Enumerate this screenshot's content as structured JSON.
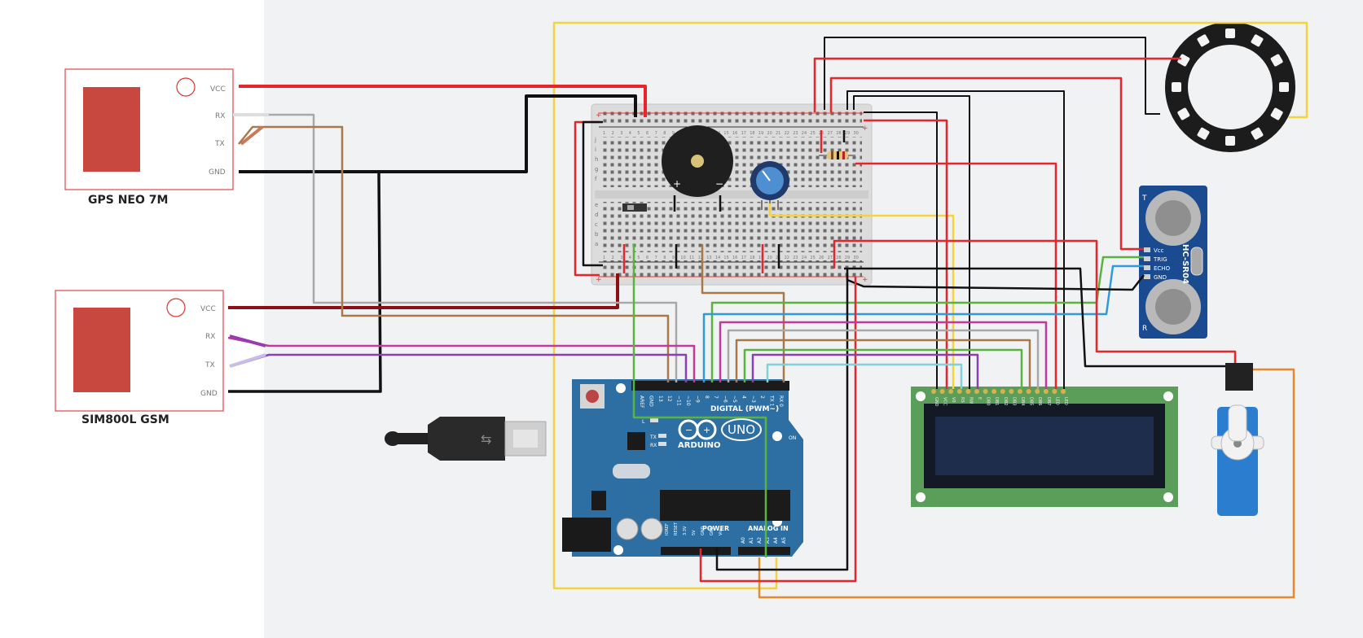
{
  "modules": {
    "gps": {
      "caption": "GPS NEO 7M",
      "pins": [
        "VCC",
        "RX",
        "TX",
        "GND"
      ]
    },
    "gsm": {
      "caption": "SIM800L GSM",
      "pins": [
        "VCC",
        "RX",
        "TX",
        "GND"
      ]
    }
  },
  "arduino": {
    "brand": "ARDUINO",
    "model": "UNO",
    "digital_label": "DIGITAL (PWM~)",
    "power_label": "POWER",
    "analog_label": "ANALOG IN",
    "top_pins": [
      "AREF",
      "GND",
      "13",
      "12",
      "~11",
      "~10",
      "~9",
      "8",
      "7",
      "~6",
      "~5",
      "4",
      "~3",
      "2",
      "TX 1",
      "RX 0"
    ],
    "power_pins": [
      "IOREF",
      "RESET",
      "3.3V",
      "5V",
      "GND",
      "GND",
      "Vin"
    ],
    "analog_pins": [
      "A0",
      "A1",
      "A2",
      "A3",
      "A4",
      "A5"
    ],
    "leds": [
      "L",
      "TX",
      "RX"
    ],
    "on_label": "ON"
  },
  "sensor": {
    "model": "HC-SR04",
    "pins": [
      "Vcc",
      "TRIG",
      "ECHO",
      "GND"
    ],
    "corner_t": "T",
    "corner_r": "R"
  },
  "lcd": {
    "pins": [
      "GND",
      "VCC",
      "V0",
      "RS",
      "RW",
      "E",
      "DB0",
      "DB1",
      "DB2",
      "DB3",
      "DB4",
      "DB5",
      "DB6",
      "DB7",
      "LED",
      "LED"
    ]
  },
  "breadboard": {
    "row_letters_top": [
      "j",
      "i",
      "h",
      "g",
      "f"
    ],
    "row_letters_bottom": [
      "e",
      "d",
      "c",
      "b",
      "a"
    ],
    "column_numbers": [
      "1",
      "2",
      "3",
      "4",
      "5",
      "6",
      "7",
      "8",
      "9",
      "10",
      "11",
      "12",
      "13",
      "14",
      "15",
      "16",
      "17",
      "18",
      "19",
      "20",
      "21",
      "22",
      "23",
      "24",
      "25",
      "26",
      "27",
      "28",
      "29",
      "30"
    ]
  },
  "colors": {
    "canvas": "#f0f2f4",
    "wire_red": "#e8252b",
    "wire_darkred": "#8b0f14",
    "wire_black": "#111111",
    "wire_yellow": "#f5d33b",
    "wire_green": "#5bb33f",
    "wire_blue": "#2e9bd6",
    "wire_gray": "#a8a8a8",
    "wire_brown": "#a9784a",
    "wire_purple": "#8b3fb5",
    "wire_magenta": "#c0399b",
    "wire_lavender": "#b7a8e3",
    "wire_orange": "#e68a2e",
    "wire_cyan": "#7fd3d8",
    "arduino_blue": "#2d6fa3",
    "lcd_green": "#5a9e5a",
    "module_red": "#c8473f",
    "sensor_blue": "#1a4a8f"
  }
}
